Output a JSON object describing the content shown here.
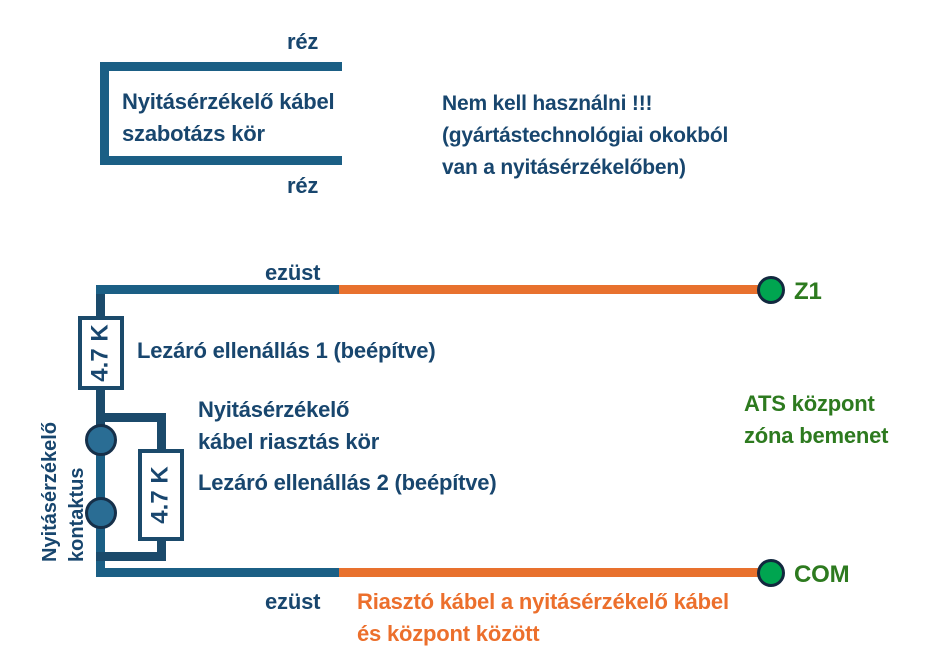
{
  "diagram": {
    "title_colors": {
      "wire_blue": "#1b5f85",
      "wire_dark_blue": "#1b4a6b",
      "wire_orange": "#e8712e",
      "terminal_green": "#00a550",
      "text_navy": "#18466e",
      "text_orange": "#ec6f2c",
      "text_green": "#2d7a1f"
    },
    "tamper_section": {
      "top_label": "réz",
      "bottom_label": "réz",
      "bracket_caption_line1": "Nyitásérzékelő kábel",
      "bracket_caption_line2": "szabotázs kör",
      "note_line1": "Nem kell használni !!!",
      "note_line2": "(gyártástechnológiai okokból",
      "note_line3": "van a nyitásérzékelőben)"
    },
    "alarm_section": {
      "top_wire_label": "ezüst",
      "bottom_wire_label": "ezüst",
      "contact_caption_line1": "Nyitásérzékelő",
      "contact_caption_line2": "kontaktus",
      "resistor1": {
        "value": "4.7 K",
        "label": "Lezáró ellenállás 1 (beépítve)"
      },
      "resistor2": {
        "value": "4.7 K",
        "label": "Lezáró ellenállás 2 (beépítve)"
      },
      "loop_caption_line1": "Nyitásérzékelő",
      "loop_caption_line2": "kábel riasztás kör",
      "terminals": [
        {
          "name": "Z1"
        },
        {
          "name": "COM"
        }
      ],
      "panel_label_line1": "ATS központ",
      "panel_label_line2": "zóna bemenet",
      "cable_note_line1": "Riasztó kábel a nyitásérzékelő kábel",
      "cable_note_line2": "és központ között"
    }
  }
}
